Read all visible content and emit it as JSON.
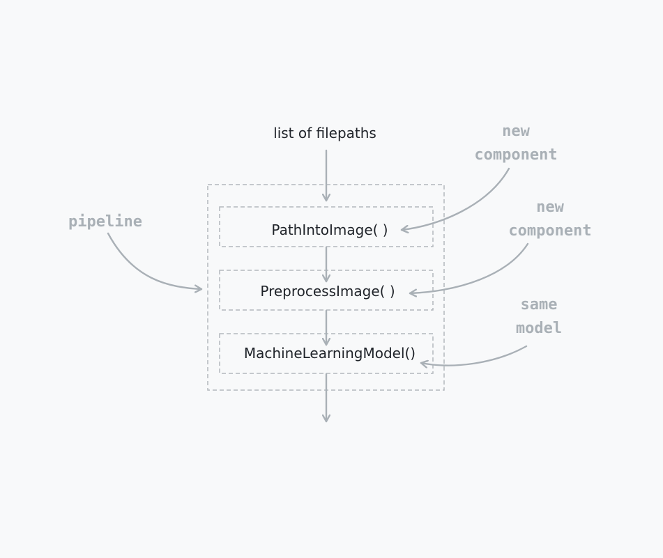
{
  "input_label": "list of filepaths",
  "pipeline_label": "pipeline",
  "steps": [
    {
      "label": "PathIntoImage( )"
    },
    {
      "label": "PreprocessImage( )"
    },
    {
      "label": "MachineLearningModel()"
    }
  ],
  "annotations": [
    {
      "line1": "new",
      "line2": "component"
    },
    {
      "line1": "new",
      "line2": "component"
    },
    {
      "line1": "same",
      "line2": "model"
    }
  ],
  "colors": {
    "background": "#f8f9fa",
    "text": "#1f2329",
    "annotation": "#a9b0b6",
    "box_border": "#b3b8bd",
    "arrow": "#a9b0b6"
  }
}
